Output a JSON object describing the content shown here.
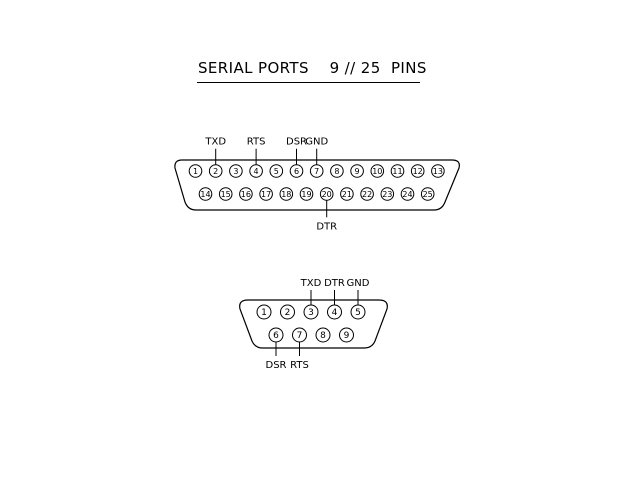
{
  "title": {
    "text": "SERIAL PORTS    9 // 25  PINS"
  },
  "db25": {
    "top_row": [
      "1",
      "2",
      "3",
      "4",
      "5",
      "6",
      "7",
      "8",
      "9",
      "10",
      "11",
      "12",
      "13"
    ],
    "bottom_row": [
      "14",
      "15",
      "16",
      "17",
      "18",
      "19",
      "20",
      "21",
      "22",
      "23",
      "24",
      "25"
    ],
    "signals_above": [
      {
        "name": "TXD",
        "pin": "2"
      },
      {
        "name": "RTS",
        "pin": "4"
      },
      {
        "name": "DSR",
        "pin": "6"
      },
      {
        "name": "GND",
        "pin": "7"
      }
    ],
    "signals_below": [
      {
        "name": "DTR",
        "pin": "20"
      }
    ]
  },
  "db9": {
    "top_row": [
      "1",
      "2",
      "3",
      "4",
      "5"
    ],
    "bottom_row": [
      "6",
      "7",
      "8",
      "9"
    ],
    "signals_above": [
      {
        "name": "TXD",
        "pin": "3"
      },
      {
        "name": "DTR",
        "pin": "4"
      },
      {
        "name": "GND",
        "pin": "5"
      }
    ],
    "signals_below": [
      {
        "name": "DSR",
        "pin": "6"
      },
      {
        "name": "RTS",
        "pin": "7"
      }
    ]
  },
  "colors": {
    "ink": "#000000",
    "background": "#ffffff"
  }
}
